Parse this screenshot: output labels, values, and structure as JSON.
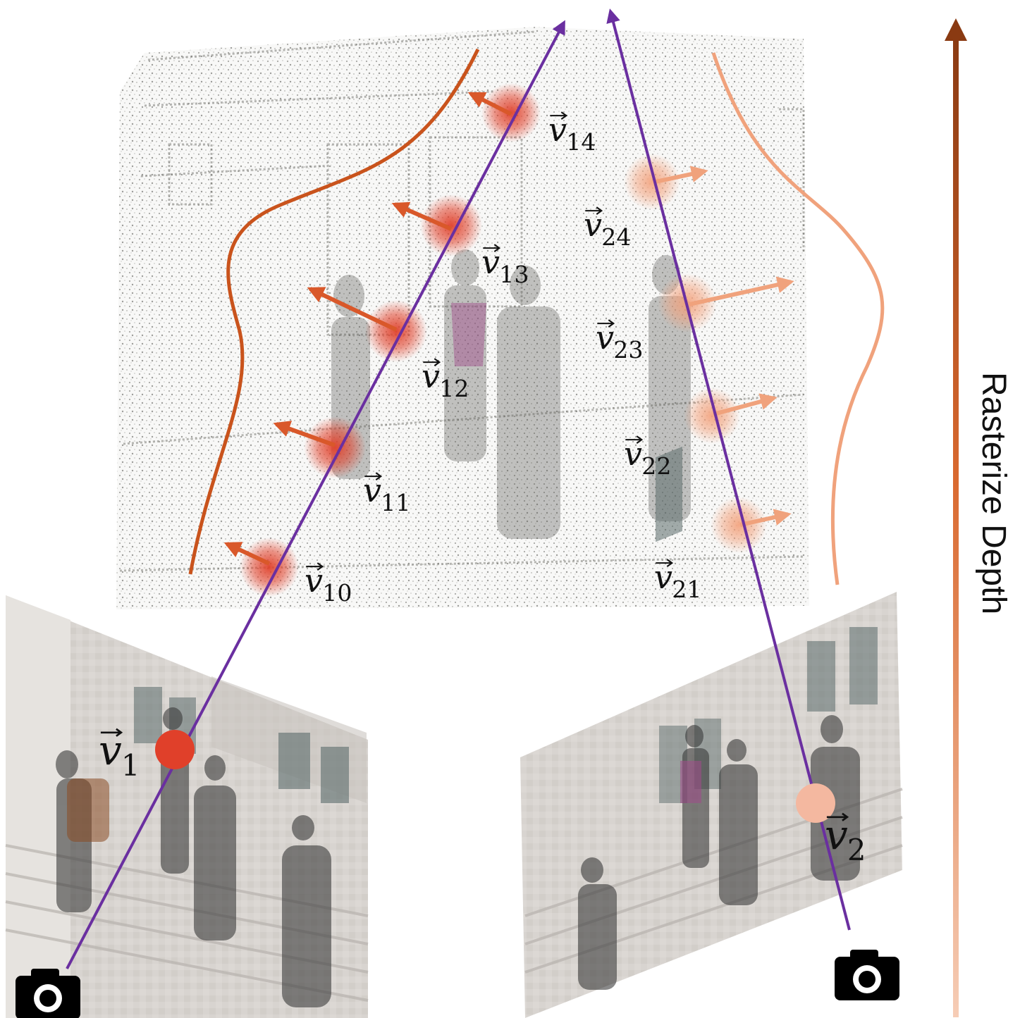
{
  "axis": {
    "label": "Rasterize Depth"
  },
  "colors": {
    "ray": "#6a2fa0",
    "ray1_gaussian": "#e0402a",
    "ray1_curve": "#c9531c",
    "ray2_gaussian": "#f4b08c",
    "ray2_curve": "#f0a27c",
    "axis_top": "#8a3a12",
    "axis_bottom": "#f6cdb6"
  },
  "cameras": [
    {
      "id": "camera-1",
      "icon": "camera-icon"
    },
    {
      "id": "camera-2",
      "icon": "camera-icon"
    }
  ],
  "pixels": [
    {
      "base": "v",
      "sub": "1"
    },
    {
      "base": "v",
      "sub": "2"
    }
  ],
  "ray1_samples": [
    {
      "base": "v",
      "sub": "10"
    },
    {
      "base": "v",
      "sub": "11"
    },
    {
      "base": "v",
      "sub": "12"
    },
    {
      "base": "v",
      "sub": "13"
    },
    {
      "base": "v",
      "sub": "14"
    }
  ],
  "ray2_samples": [
    {
      "base": "v",
      "sub": "21"
    },
    {
      "base": "v",
      "sub": "22"
    },
    {
      "base": "v",
      "sub": "23"
    },
    {
      "base": "v",
      "sub": "24"
    }
  ]
}
